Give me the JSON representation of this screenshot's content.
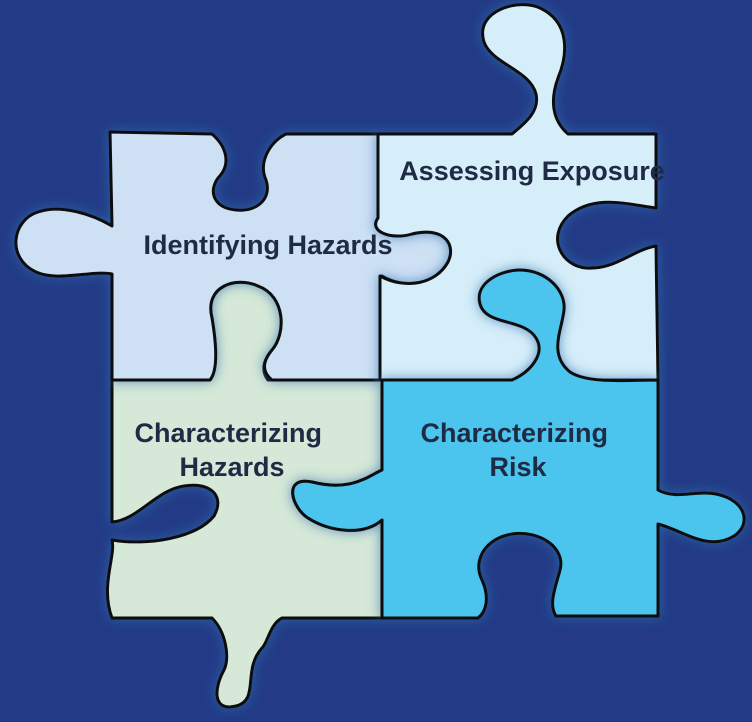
{
  "pieces": [
    {
      "id": "identifying-hazards",
      "lines": [
        "Identifying Hazards"
      ],
      "color": "#cde0f4"
    },
    {
      "id": "assessing-exposure",
      "lines": [
        "Assessing Exposure"
      ],
      "color": "#d6eef9"
    },
    {
      "id": "characterizing-hazards",
      "lines": [
        "Characterizing",
        "Hazards"
      ],
      "color": "#d6e8d7"
    },
    {
      "id": "characterizing-risk",
      "lines": [
        "Characterizing",
        "Risk"
      ],
      "color": "#4cc4ee"
    }
  ],
  "colors": {
    "background": "#233b86",
    "outline": "#111111",
    "text": "#1f2a44",
    "shadow": "#2d6fb0"
  }
}
